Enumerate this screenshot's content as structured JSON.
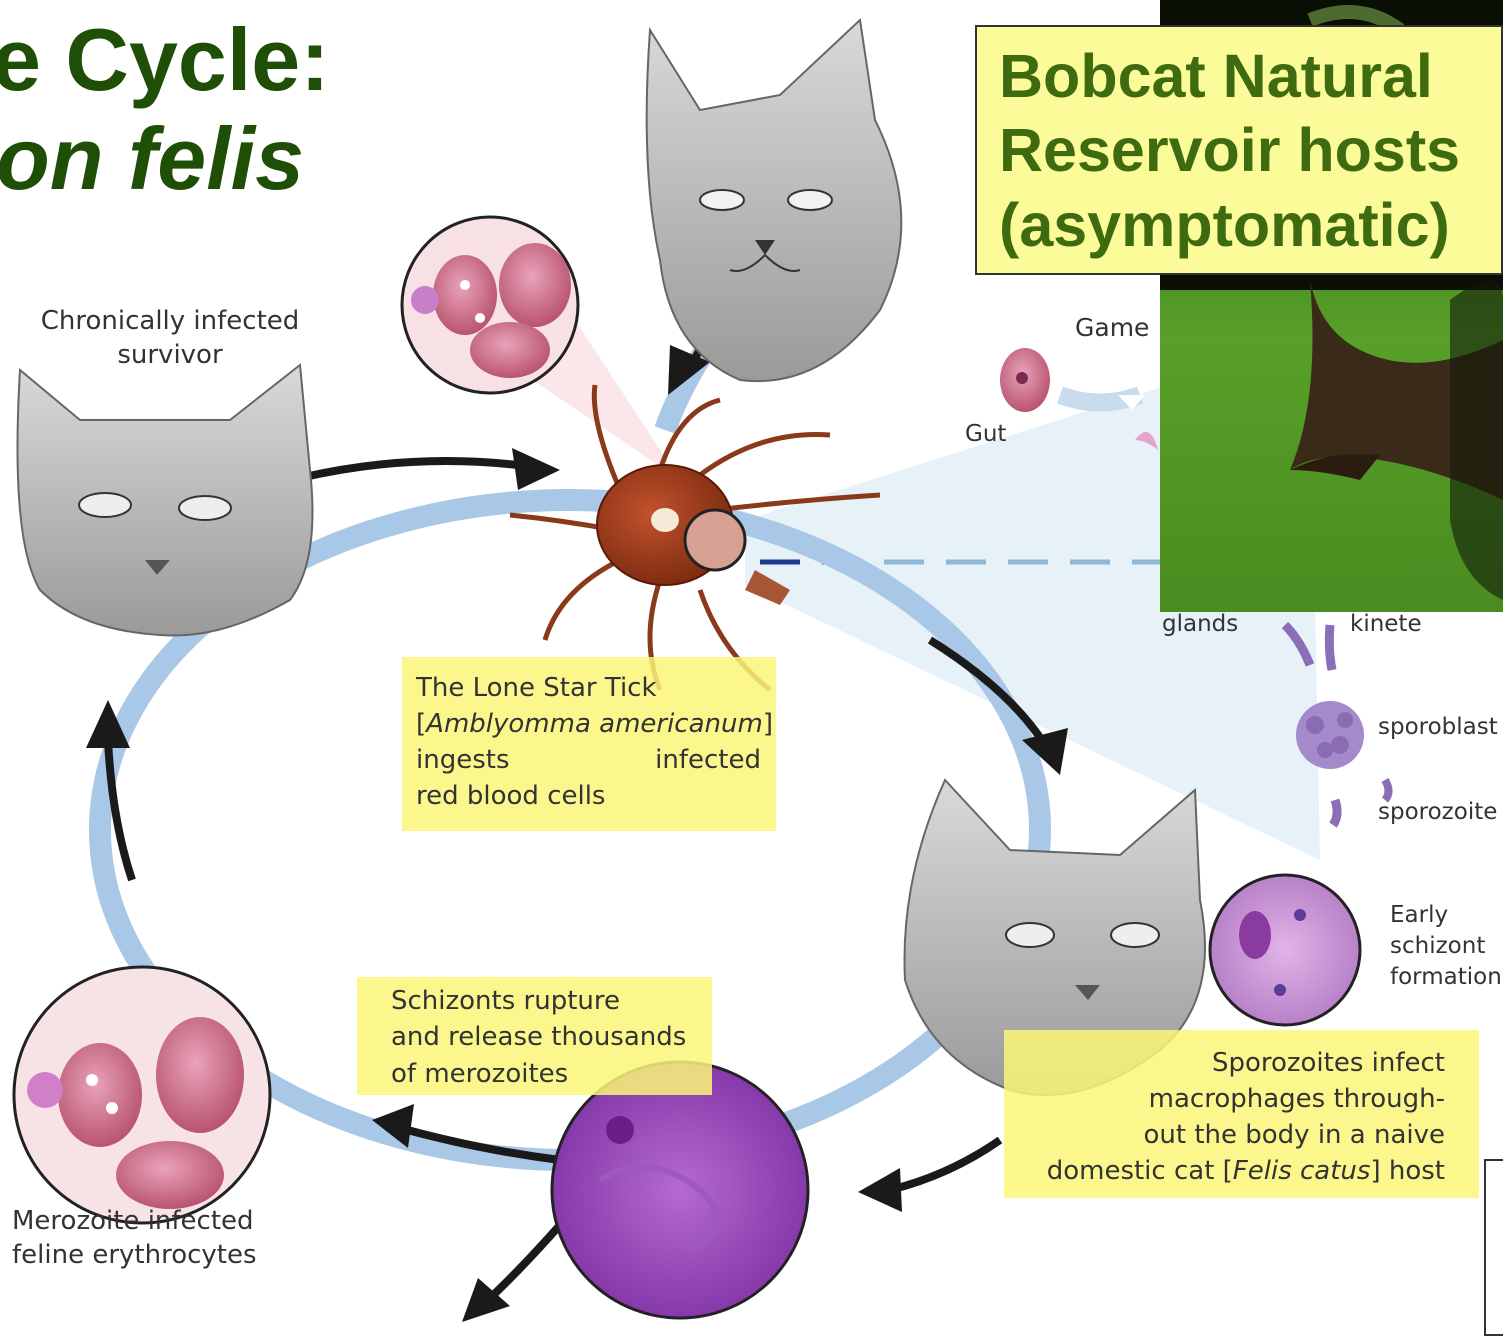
{
  "title": {
    "line1": "e Cycle:",
    "line2": "on felis"
  },
  "bobcat_box": {
    "line1": "Bobcat Natural",
    "line2": "Reservoir hosts",
    "line3": "(asymptomatic)"
  },
  "labels": {
    "chronic_1": "Chronically infected",
    "chronic_2": "survivor",
    "gamete": "Game",
    "gut": "Gut",
    "glands": "glands",
    "kinete": "kinete",
    "sporoblast": "sporoblast",
    "sporozoite": "sporozoite",
    "early_1": "Early",
    "early_2": "schizont",
    "early_3": "formation",
    "merozoite_1": "Merozoite infected",
    "merozoite_2": "feline erythrocytes"
  },
  "tick_box": {
    "line1": "The Lone Star Tick",
    "species": "Amblyomma americanum",
    "line3a": "ingests",
    "line3b": "infected",
    "line4": "red blood cells"
  },
  "schizont_box": {
    "line1": "Schizonts rupture",
    "line2": "and release thousands",
    "line3": "of merozoites"
  },
  "sporozoite_box": {
    "line1": "Sporozoites infect",
    "line2": "macrophages through-",
    "line3": "out the body in a naive",
    "line4a": "domestic cat [",
    "line4b": "Felis catus",
    "line4c": "] host"
  },
  "colors": {
    "title_green": "#1f4f07",
    "bobcat_text": "#3e6b0f",
    "highlight_yellow": "#faf678",
    "cycle_blue": "#a9c7e6",
    "arrow_black": "#1a1a1a"
  }
}
